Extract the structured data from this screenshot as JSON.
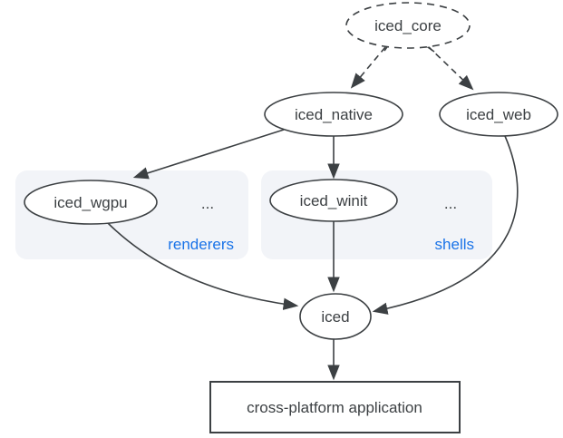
{
  "colors": {
    "ink": "#3c4043",
    "blue": "#1a73e8",
    "groupbg": "#f2f4f8",
    "canvas": "#ffffff"
  },
  "nodes": {
    "iced_core": "iced_core",
    "iced_native": "iced_native",
    "iced_web": "iced_web",
    "iced_wgpu": "iced_wgpu",
    "iced_winit": "iced_winit",
    "iced": "iced",
    "application": "cross-platform application"
  },
  "groups": {
    "renderers": {
      "label": "renderers",
      "ellipsis": "..."
    },
    "shells": {
      "label": "shells",
      "ellipsis": "..."
    }
  },
  "edges": [
    {
      "from": "iced_core",
      "to": "iced_native",
      "style": "dashed"
    },
    {
      "from": "iced_core",
      "to": "iced_web",
      "style": "dashed"
    },
    {
      "from": "iced_native",
      "to": "iced_wgpu",
      "style": "solid"
    },
    {
      "from": "iced_native",
      "to": "iced_winit",
      "style": "solid"
    },
    {
      "from": "iced_wgpu",
      "to": "iced",
      "style": "solid"
    },
    {
      "from": "iced_winit",
      "to": "iced",
      "style": "solid"
    },
    {
      "from": "iced_web",
      "to": "iced",
      "style": "solid"
    },
    {
      "from": "iced",
      "to": "cross-platform application",
      "style": "solid"
    }
  ]
}
